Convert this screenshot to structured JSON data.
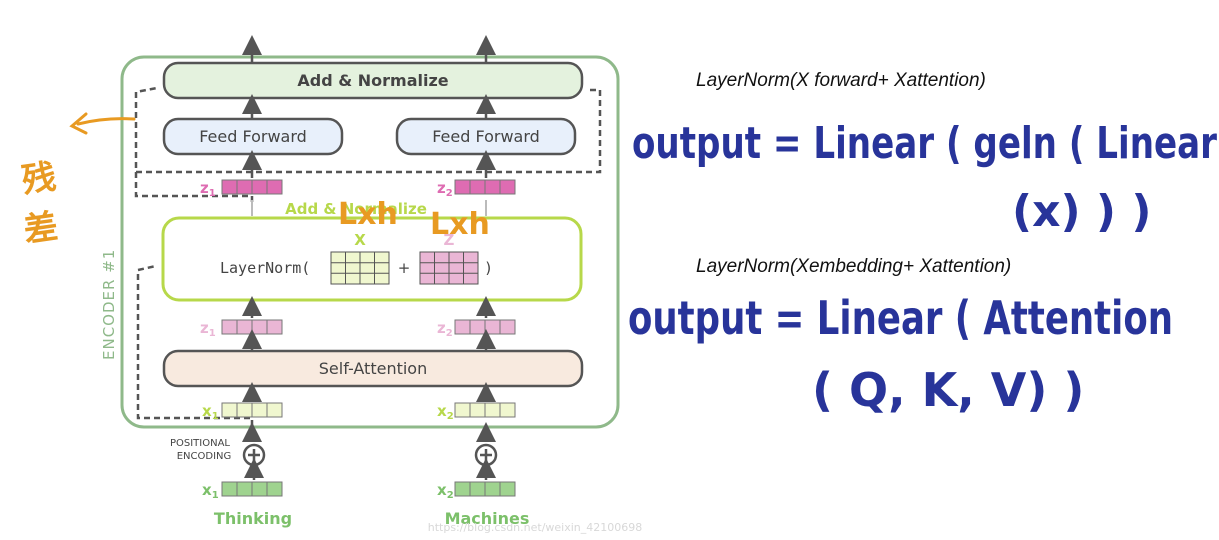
{
  "colors": {
    "encoder_border": "#8fb98a",
    "add_norm_fill": "#e4f2de",
    "ffn_fill": "#e8f0fb",
    "attn_fill": "#f8eadf",
    "z_pink": "#de6cb2",
    "z_light": "#eab6d5",
    "x_light": "#f0f7cf",
    "x_green": "#9fd38f",
    "lime": "#b7d84a",
    "handwriting_blue": "#28349a",
    "handwriting_orange": "#e89a22",
    "label_green": "#7cc06a"
  },
  "encoder": {
    "label": "ENCODER #1",
    "add_normalize_top": "Add & Normalize",
    "feed_forward_left": "Feed Forward",
    "feed_forward_right": "Feed Forward",
    "add_normalize_mid": "Add & Normalize",
    "self_attention": "Self-Attention",
    "layernorm_func": "LayerNorm(",
    "layernorm_plus": "+",
    "layernorm_close": ")",
    "matrix_x_label": "X",
    "matrix_z_label": "Z",
    "z1": "z",
    "z1_sub": "1",
    "z2": "z",
    "z2_sub": "2",
    "x1": "x",
    "x1_sub": "1",
    "x2": "x",
    "x2_sub": "2",
    "positional_encoding_line1": "POSITIONAL",
    "positional_encoding_line2": "ENCODING",
    "word1": "Thinking",
    "word2": "Machines",
    "watermark": "https://blog.csdn.net/weixin_42100698"
  },
  "annotations": {
    "residual_cn": "残差",
    "lxh1": "Lxh",
    "lxh2": "Lxh",
    "formula1_caption": "LayerNorm(X forward+ Xattention)",
    "formula1_line1": "output = Linear ( geln ( Linear",
    "formula1_line2": "(x) ) )",
    "formula2_caption": "LayerNorm(Xembedding+ Xattention)",
    "formula2_line1": "output = Linear ( Attention",
    "formula2_line2": "( Q, K, V) )"
  }
}
